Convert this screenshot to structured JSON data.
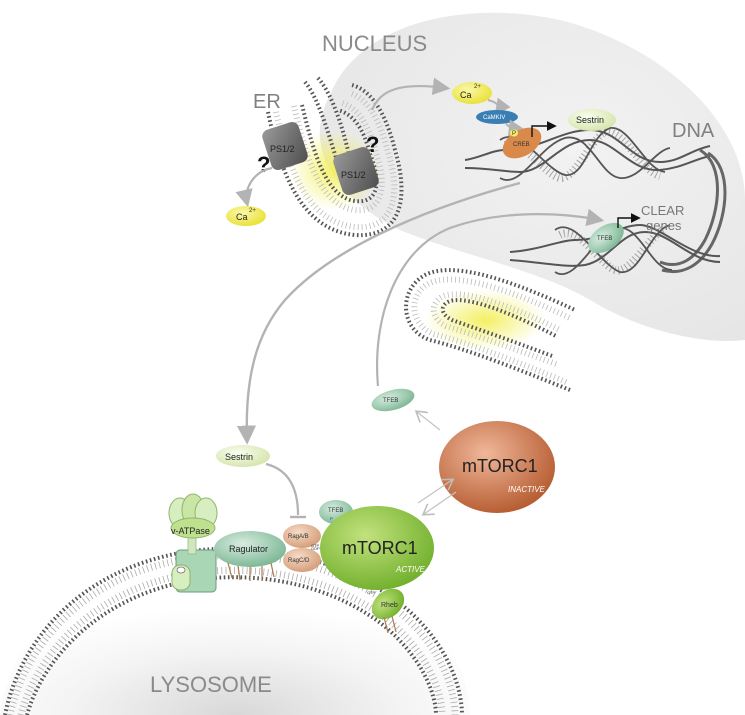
{
  "labels": {
    "nucleus": "NUCLEUS",
    "er": "ER",
    "dna": "DNA",
    "lysosome": "LYSOSOME",
    "ps1": "PS1/2",
    "ps2": "PS1/2",
    "q1": "?",
    "q2": "?",
    "ca_nucleus": "Ca",
    "ca_er": "Ca",
    "ca_sup": "2+",
    "camkiv": "CaMKIV",
    "creb": "CREB",
    "p": "P",
    "sestrin_nucleus": "Sestrin",
    "sestrin_lyso": "Sestrin",
    "clear_line1": "CLEAR",
    "clear_line2": "genes",
    "tfeb_dna": "TFEB",
    "tfeb_free": "TFEB",
    "tfeb_bound": "TFEB",
    "mtorc1_inactive": "mTORC1",
    "inactive": "INACTIVE",
    "mtorc1_active": "mTORC1",
    "active": "ACTIVE",
    "vatpase": "v-ATPase",
    "ragulator": "Ragulator",
    "ragab": "RagA/B",
    "ragcd": "RagC/D",
    "gtp1": "GTP",
    "gdp": "GDP",
    "gtp2": "GTP",
    "rheb": "Rheb"
  },
  "colors": {
    "nucleus_bg": "#ebebeb",
    "membrane_head": "#4a4a4a",
    "er_glow": "#f5f07a",
    "ca_fill": "#f2ee58",
    "sestrin_fill": "#e6f0c8",
    "mtorc1_active": "#8cc63f",
    "mtorc1_inactive": "#c9754a",
    "rag_fill": "#e3b89a",
    "tfeb_fill": "#8fc7a3",
    "camkiv_fill": "#3a7fb4",
    "creb_fill": "#d98a4a",
    "arrow": "#b8b8b8"
  }
}
